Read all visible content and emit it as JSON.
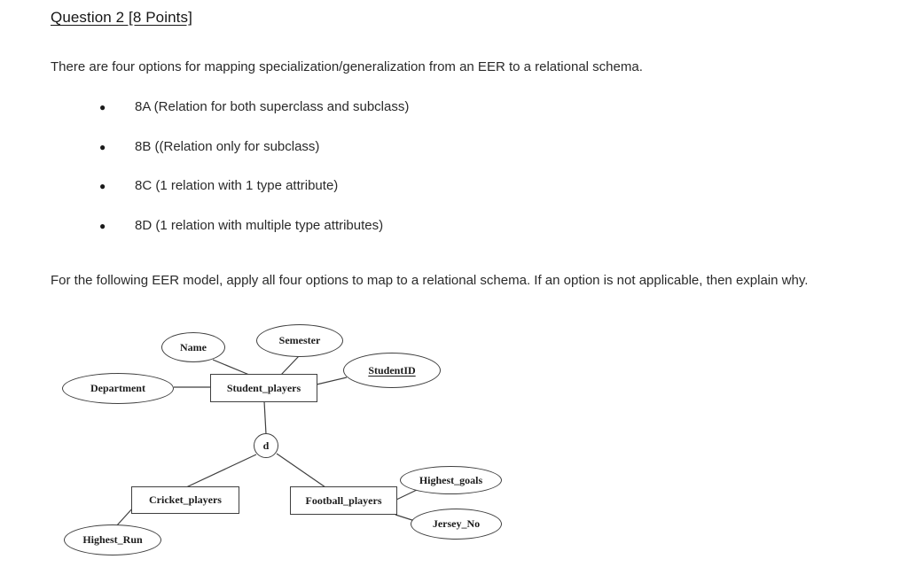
{
  "page": {
    "title": "Question 2 [8 Points]",
    "intro": "There are four options for mapping specialization/generalization from an EER to a relational schema.",
    "bullet_glyph": "●",
    "bullets": [
      {
        "label": "8A (Relation for both superclass and subclass)"
      },
      {
        "label": "8B ((Relation only for subclass)"
      },
      {
        "label": "8C (1 relation with 1 type attribute)"
      },
      {
        "label": "8D (1 relation with multiple type attributes)"
      }
    ],
    "instruction": "For the following EER model, apply all four options to map to a relational schema. If an option is not applicable, then explain why."
  },
  "diagram": {
    "superclass_entity": "Student_players",
    "specialization_circle": "d",
    "subclass_left_entity": "Cricket_players",
    "subclass_right_entity": "Football_players",
    "attr_name": "Name",
    "attr_semester": "Semester",
    "attr_studentid": "StudentID",
    "attr_department": "Department",
    "attr_highest_goals": "Highest_goals",
    "attr_jersey_no": "Jersey_No",
    "attr_highest_run": "Highest_Run"
  },
  "colors": {
    "background": "#ffffff",
    "body_text": "#2a2a2a",
    "title_text": "#161616",
    "diagram_stroke": "#3f3f3f"
  }
}
